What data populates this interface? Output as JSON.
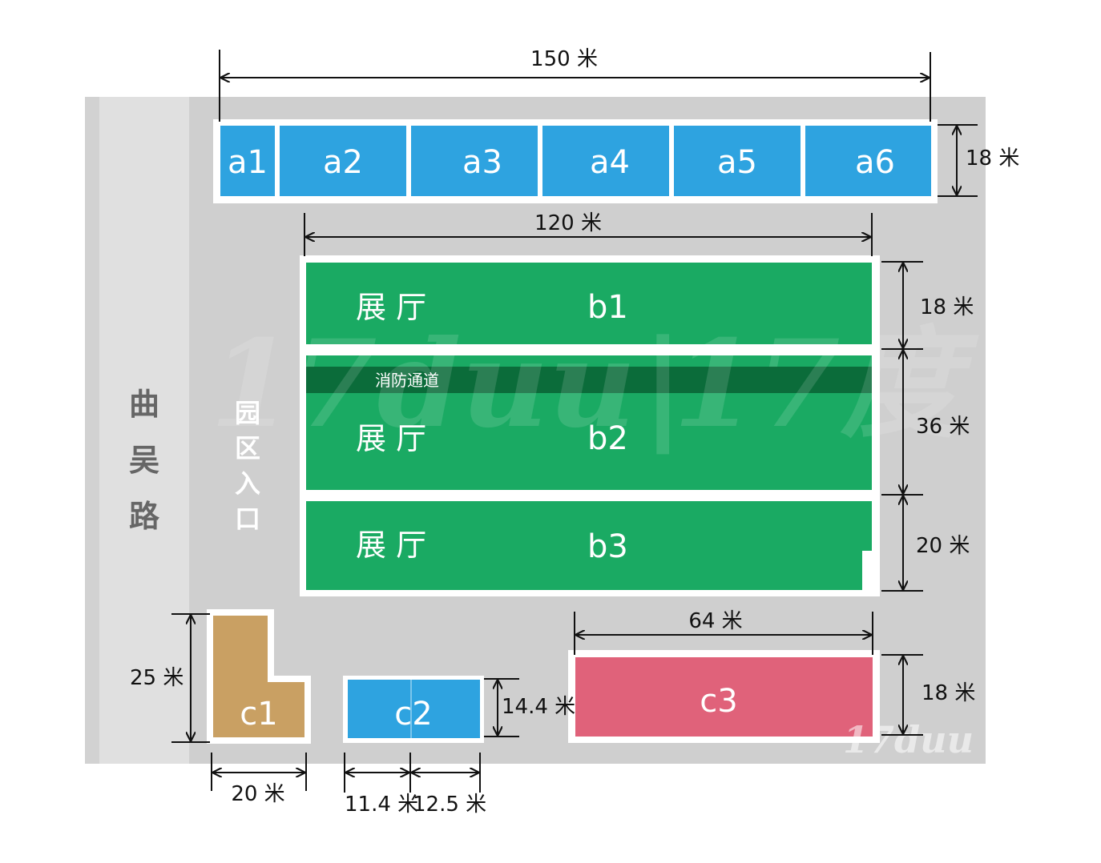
{
  "road": {
    "label": [
      "曲",
      "吴",
      "路"
    ]
  },
  "entrance": {
    "label": [
      "园",
      "区",
      "入",
      "口"
    ]
  },
  "units": {
    "a1": "a1",
    "a2": "a2",
    "a3": "a3",
    "a4": "a4",
    "a5": "a5",
    "a6": "a6",
    "b1": "b1",
    "b2": "b2",
    "b3": "b3",
    "c1": "c1",
    "c2": "c2",
    "c3": "c3"
  },
  "halls": {
    "b1": "展 厅",
    "b2": "展 厅",
    "b3": "展 厅"
  },
  "fire_lane": "消防通道",
  "dimensions": {
    "a_width": "150 米",
    "a_height": "18 米",
    "b_width": "120 米",
    "b1_height": "18 米",
    "b2_height": "36 米",
    "b3_height": "20 米",
    "c1_height": "25 米",
    "c1_width": "20 米",
    "c2_height": "14.4 米",
    "c2_left_width": "11.4 米",
    "c2_right_width": "12.5 米",
    "c3_width": "64 米",
    "c3_height": "18 米"
  },
  "watermark": {
    "main": "17duu",
    "divider": "|",
    "cn": "17度",
    "corner": "17duu"
  },
  "colors": {
    "ground": "#cfcfcf",
    "road": "#e0e0e0",
    "blue": "#2ea3e0",
    "green": "#1aaa63",
    "fire_lane": "#0b6c3a",
    "tan": "#c9a063",
    "pink": "#e0627a"
  }
}
